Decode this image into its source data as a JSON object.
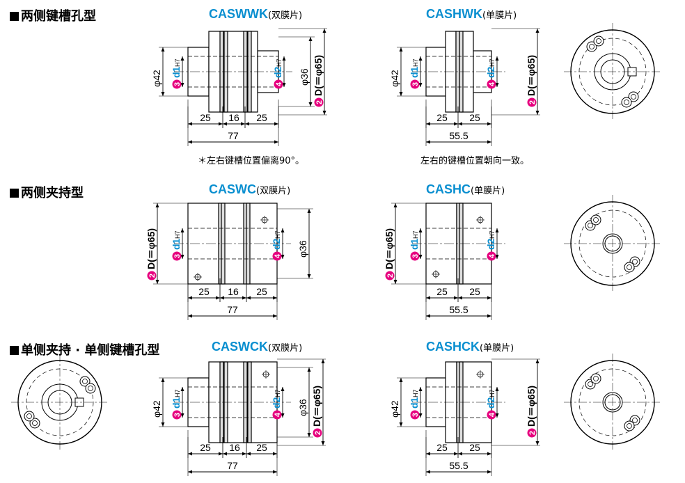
{
  "sections": {
    "keyway": "两侧键槽孔型",
    "clamp": "两侧夹持型",
    "mixed": "单侧夹持 · 单侧键槽孔型"
  },
  "models": {
    "caswwk": {
      "code": "CASWWK",
      "sub": "(双膜片)"
    },
    "cashwk": {
      "code": "CASHWK",
      "sub": "(单膜片)"
    },
    "caswc": {
      "code": "CASWC",
      "sub": "(双膜片)"
    },
    "cashc": {
      "code": "CASHC",
      "sub": "(单膜片)"
    },
    "caswck": {
      "code": "CASWCK",
      "sub": "(双膜片)"
    },
    "cashck": {
      "code": "CASHCK",
      "sub": "(单膜片)"
    }
  },
  "notes": {
    "keyway_double": "＊左右键槽位置偏离90°。",
    "keyway_single": "左右的键槽位置朝向一致。"
  },
  "dims": {
    "hub_len": "25",
    "spacer_len": "16",
    "total_double": "77",
    "total_single": "55.5",
    "hub_dia": "φ42",
    "mid_dia": "φ36",
    "outer": "D(＝φ65)",
    "d1": "d1",
    "d2": "d2",
    "h7": "H7",
    "n2": "2",
    "n3": "3",
    "n4": "4"
  },
  "colors": {
    "title": "#0a8fd0",
    "badge": "#e6007e",
    "dim": "#0a8fd0"
  }
}
